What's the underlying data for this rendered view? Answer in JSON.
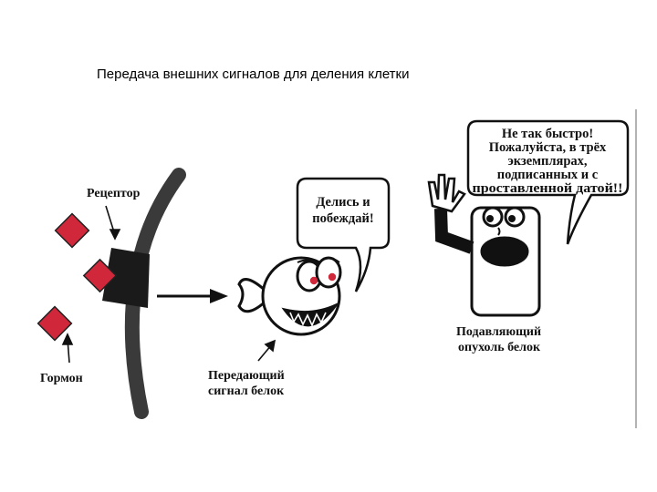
{
  "title": "Передача внешних сигналов для деления клетки",
  "labels": {
    "receptor": "Рецептор",
    "hormone": "Гормон",
    "transmitter_line1": "Передающий",
    "transmitter_line2": "сигнал белок",
    "suppressor_line1": "Подавляющий",
    "suppressor_line2": "опухоль белок"
  },
  "speech": {
    "fish_line1": "Делись и",
    "fish_line2": "побеждай!",
    "suppressor_lines": [
      "Не так быстро!",
      "Пожалуйста, в трёх",
      "экземплярах,",
      "подписанных и с",
      "проставленной датой!!"
    ]
  },
  "colors": {
    "hormone": "#d0283a",
    "membrane": "#3a3a3a",
    "receptor": "#1a1a1a",
    "eye_red": "#d0283a"
  }
}
